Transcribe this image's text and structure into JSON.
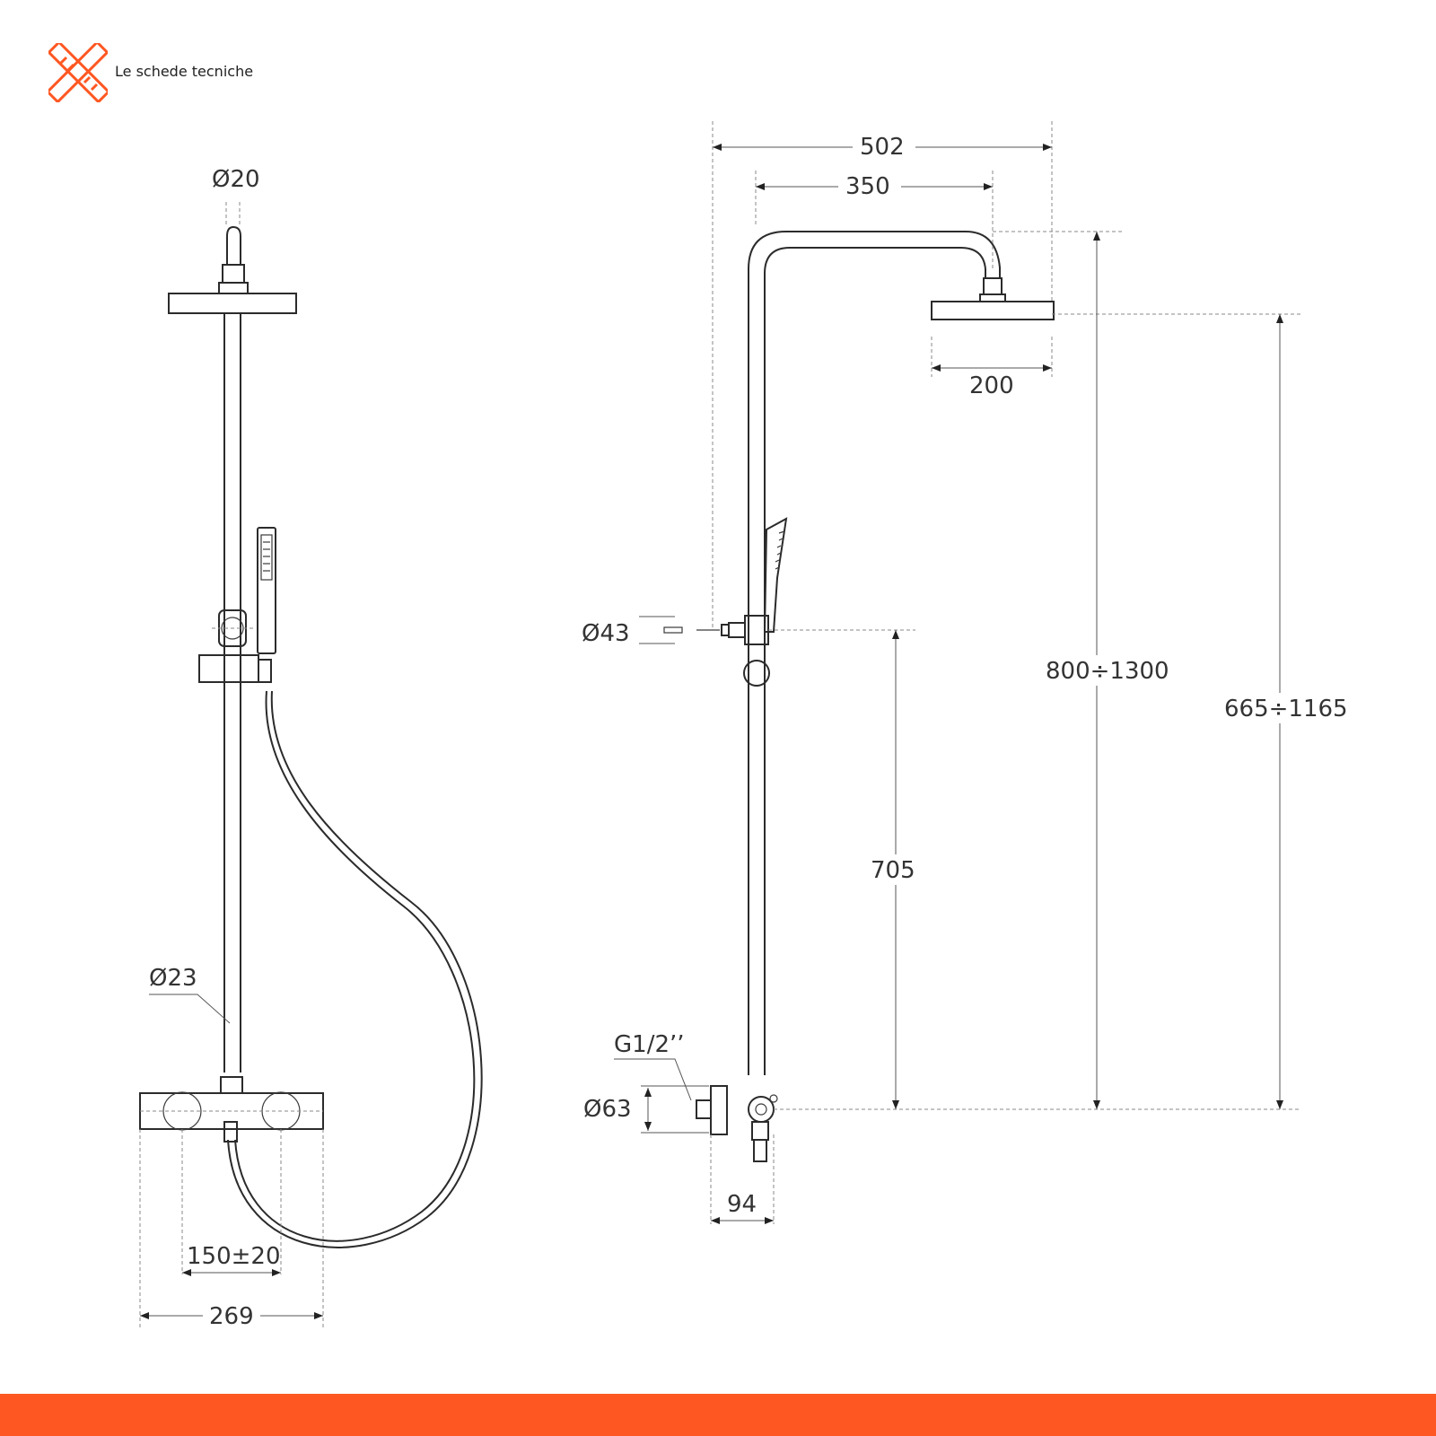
{
  "header": {
    "brand_text": "Le schede tecniche",
    "logo_icon": "ruler-pencil-icon"
  },
  "colors": {
    "accent": "#ff5722",
    "line": "#2b2b2b"
  },
  "left_view": {
    "head_pipe_diameter": "Ø20",
    "rail_diameter": "Ø23",
    "valve_spacing": "150±20",
    "valve_width": "269"
  },
  "right_view": {
    "total_width": "502",
    "arm_projection": "350",
    "head_size": "200",
    "holder_diameter": "Ø43",
    "total_height": "800÷1300",
    "head_height": "665÷1165",
    "holder_height": "705",
    "connection": "G1/2’’",
    "flange_diameter": "Ø63",
    "wall_offset": "94"
  }
}
